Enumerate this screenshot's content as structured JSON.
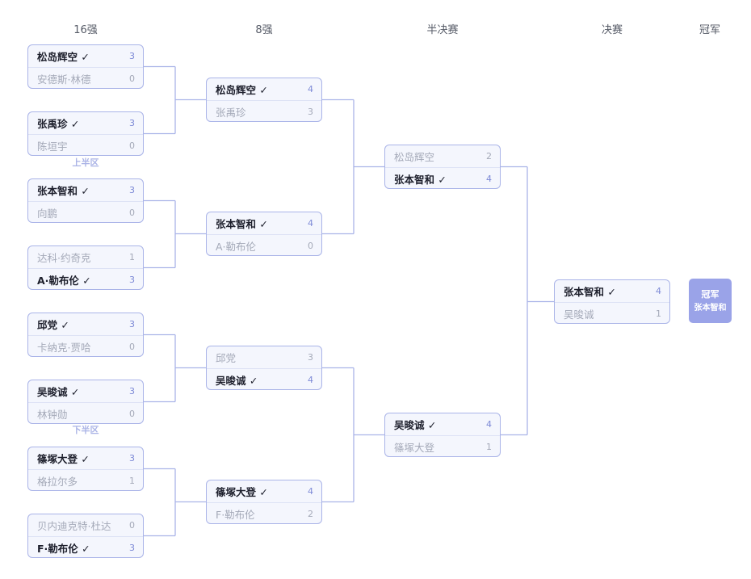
{
  "rounds": [
    "16强",
    "8强",
    "半决赛",
    "决赛",
    "冠军"
  ],
  "half_labels": {
    "top": "上半区",
    "bottom": "下半区"
  },
  "matches": {
    "r16": [
      {
        "p1": {
          "name": "松岛辉空 ✓",
          "score": "3",
          "win": true
        },
        "p2": {
          "name": "安德斯·林德",
          "score": "0",
          "win": false
        }
      },
      {
        "p1": {
          "name": "张禹珍 ✓",
          "score": "3",
          "win": true
        },
        "p2": {
          "name": "陈垣宇",
          "score": "0",
          "win": false
        }
      },
      {
        "p1": {
          "name": "张本智和 ✓",
          "score": "3",
          "win": true
        },
        "p2": {
          "name": "向鹏",
          "score": "0",
          "win": false
        }
      },
      {
        "p1": {
          "name": "达科·约奇克",
          "score": "1",
          "win": false
        },
        "p2": {
          "name": "A·勒布伦 ✓",
          "score": "3",
          "win": true
        }
      },
      {
        "p1": {
          "name": "邱党 ✓",
          "score": "3",
          "win": true
        },
        "p2": {
          "name": "卡纳克·贾哈",
          "score": "0",
          "win": false
        }
      },
      {
        "p1": {
          "name": "吴晙诚 ✓",
          "score": "3",
          "win": true
        },
        "p2": {
          "name": "林钟勋",
          "score": "0",
          "win": false
        }
      },
      {
        "p1": {
          "name": "篠塚大登 ✓",
          "score": "3",
          "win": true
        },
        "p2": {
          "name": "格拉尔多",
          "score": "1",
          "win": false
        }
      },
      {
        "p1": {
          "name": "贝内迪克特·杜达",
          "score": "0",
          "win": false
        },
        "p2": {
          "name": "F·勒布伦 ✓",
          "score": "3",
          "win": true
        }
      }
    ],
    "qf": [
      {
        "p1": {
          "name": "松岛辉空 ✓",
          "score": "4",
          "win": true
        },
        "p2": {
          "name": "张禹珍",
          "score": "3",
          "win": false
        }
      },
      {
        "p1": {
          "name": "张本智和 ✓",
          "score": "4",
          "win": true
        },
        "p2": {
          "name": "A·勒布伦",
          "score": "0",
          "win": false
        }
      },
      {
        "p1": {
          "name": "邱党",
          "score": "3",
          "win": false
        },
        "p2": {
          "name": "吴晙诚 ✓",
          "score": "4",
          "win": true
        }
      },
      {
        "p1": {
          "name": "篠塚大登 ✓",
          "score": "4",
          "win": true
        },
        "p2": {
          "name": "F·勒布伦",
          "score": "2",
          "win": false
        }
      }
    ],
    "sf": [
      {
        "p1": {
          "name": "松岛辉空",
          "score": "2",
          "win": false
        },
        "p2": {
          "name": "张本智和 ✓",
          "score": "4",
          "win": true
        }
      },
      {
        "p1": {
          "name": "吴晙诚 ✓",
          "score": "4",
          "win": true
        },
        "p2": {
          "name": "篠塚大登",
          "score": "1",
          "win": false
        }
      }
    ],
    "final": [
      {
        "p1": {
          "name": "张本智和 ✓",
          "score": "4",
          "win": true
        },
        "p2": {
          "name": "吴晙诚",
          "score": "1",
          "win": false
        }
      }
    ]
  },
  "champion": {
    "label": "冠军",
    "name": "张本智和"
  },
  "colors": {
    "border": "#aab4e8",
    "box_bg": "#f4f6fd",
    "connector": "#aab4e8",
    "champion_bg": "#9aa3e8",
    "winner_score": "#7c89d6"
  }
}
